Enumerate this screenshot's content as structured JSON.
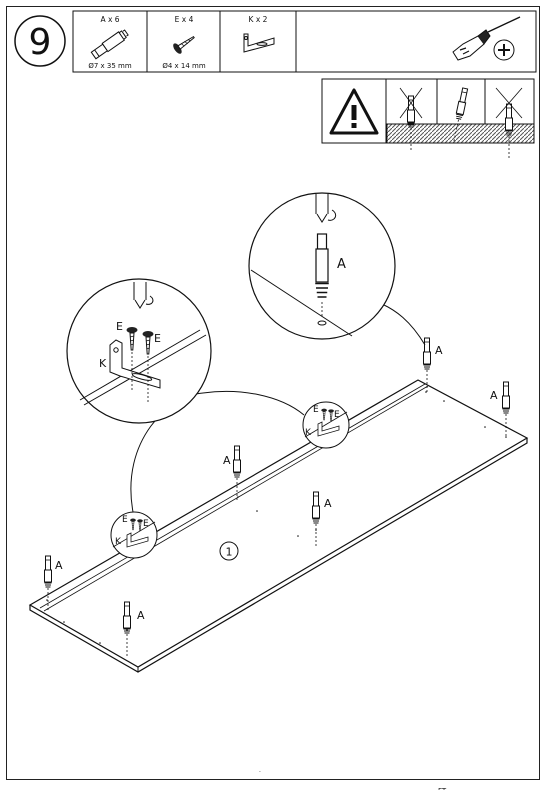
{
  "step": {
    "number": "9"
  },
  "parts": [
    {
      "letter_qty": "A x 6",
      "size": "Ø7 x 35 mm",
      "icon": "cam-dowel-icon"
    },
    {
      "letter_qty": "E x 4",
      "size": "Ø4 x 14 mm",
      "icon": "screw-icon"
    },
    {
      "letter_qty": "K x 2",
      "size": "",
      "icon": "l-bracket-icon"
    }
  ],
  "tool": {
    "icon": "phillips-screwdriver-icon"
  },
  "warning": {
    "icon": "warning-triangle-icon",
    "examples": [
      "correct-depth-icon",
      "too-deep-icon",
      "too-shallow-icon"
    ]
  },
  "labels": {
    "a": "A",
    "e": "E",
    "k": "K",
    "panel_number": "1"
  },
  "corner_mark": "FT"
}
